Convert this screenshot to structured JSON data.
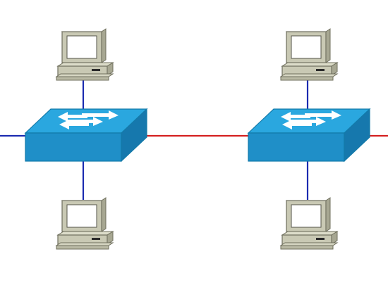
{
  "diagram": {
    "type": "network-topology",
    "nodes": [
      {
        "id": "pc-top-left",
        "kind": "workstation",
        "icon": "desktop-computer-icon"
      },
      {
        "id": "pc-bottom-left",
        "kind": "workstation",
        "icon": "desktop-computer-icon"
      },
      {
        "id": "switch-left",
        "kind": "switch",
        "icon": "network-switch-icon"
      },
      {
        "id": "switch-right",
        "kind": "switch",
        "icon": "network-switch-icon"
      },
      {
        "id": "pc-top-right",
        "kind": "workstation",
        "icon": "desktop-computer-icon"
      },
      {
        "id": "pc-bottom-right",
        "kind": "workstation",
        "icon": "desktop-computer-icon"
      }
    ],
    "links": [
      {
        "from": "edge-left",
        "to": "switch-left",
        "color": "#1b2bb0"
      },
      {
        "from": "switch-left",
        "to": "switch-right",
        "color": "#d42020"
      },
      {
        "from": "switch-right",
        "to": "edge-right",
        "color": "#d42020"
      },
      {
        "from": "pc-top-left",
        "to": "switch-left",
        "color": "#1b2bb0"
      },
      {
        "from": "switch-left",
        "to": "pc-bottom-left",
        "color": "#1b2bb0"
      },
      {
        "from": "pc-top-right",
        "to": "switch-right",
        "color": "#1b2bb0"
      },
      {
        "from": "switch-right",
        "to": "pc-bottom-right",
        "color": "#1b2bb0"
      }
    ],
    "colors": {
      "switch_top": "#2aa7df",
      "switch_front": "#1f8fc8",
      "switch_side": "#1678ad",
      "arrow": "#ffffff",
      "computer_body": "#c9c9b4",
      "computer_screen": "#ffffff",
      "link_blue": "#1b2bb0",
      "link_red": "#d42020"
    }
  }
}
